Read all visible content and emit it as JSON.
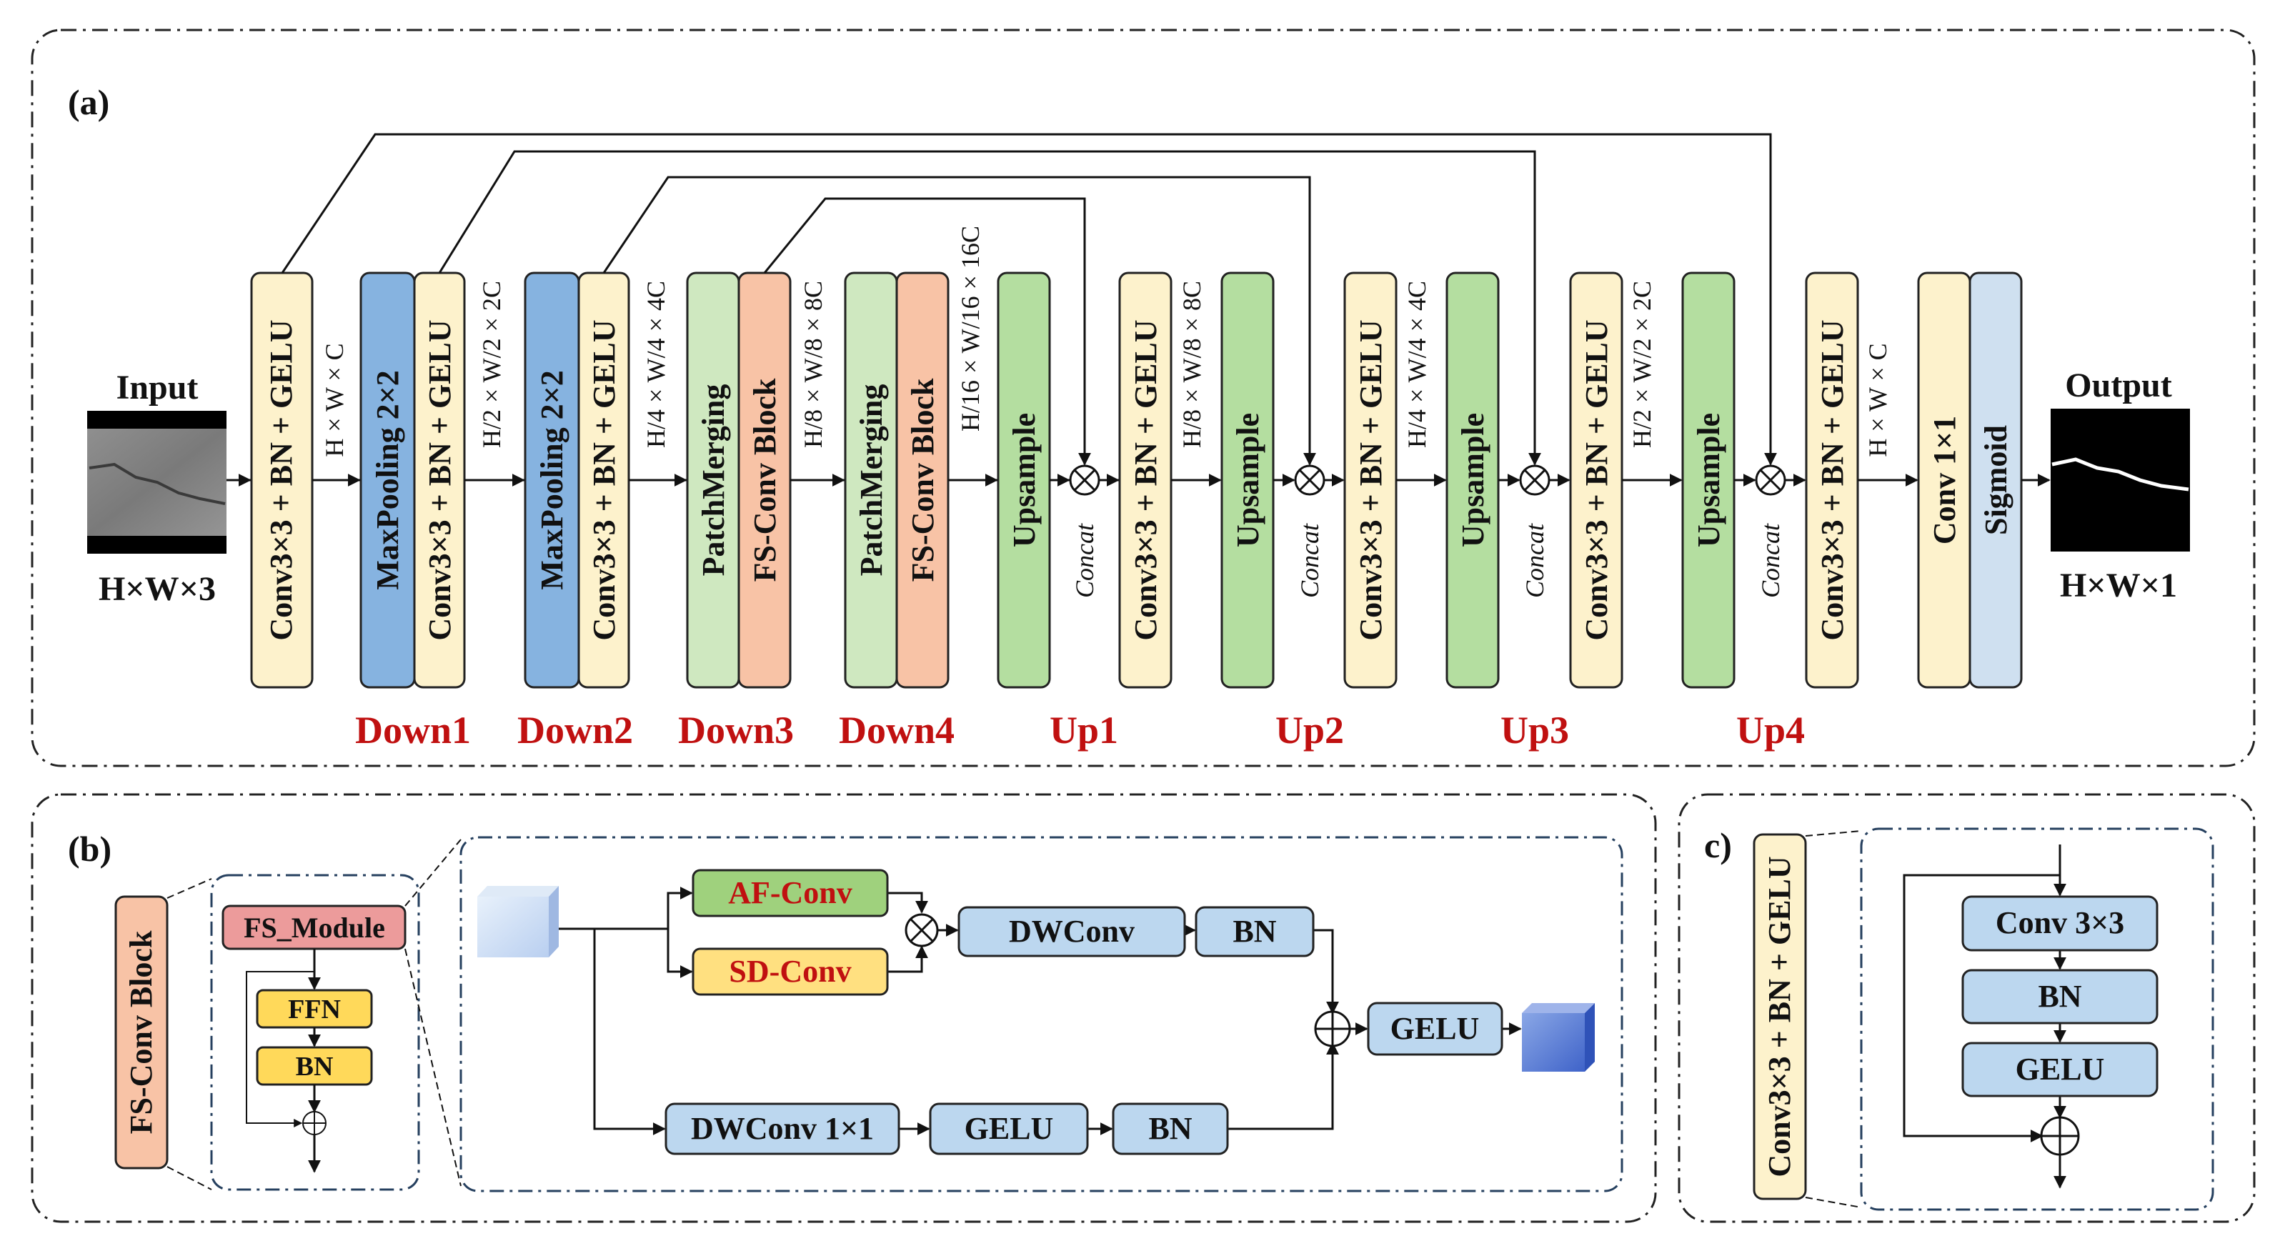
{
  "panel_a": {
    "label": "(a)",
    "input_title": "Input",
    "input_size": "H×W×3",
    "output_title": "Output",
    "output_size": "H×W×1",
    "conv_block": "Conv3×3 + BN + GELU",
    "maxpool": "MaxPooling 2×2",
    "patch_merging": "PatchMerging",
    "fs_conv_block": "FS-Conv Block",
    "upsample": "Upsample",
    "concat": "Concat",
    "conv1x1": "Conv 1×1",
    "sigmoid": "Sigmoid",
    "dims": {
      "d1": "H × W × C",
      "d2": "H/2 × W/2 × 2C",
      "d3": "H/4 × W/4 × 4C",
      "d4": "H/8 × W/8 × 8C",
      "d5": "H/16 × W/16 × 16C",
      "u1": "H/8 × W/8 × 8C",
      "u2": "H/4 × W/4 × 4C",
      "u3": "H/2 × W/2 × 2C",
      "u4": "H × W × C"
    },
    "stages": {
      "down1": "Down1",
      "down2": "Down2",
      "down3": "Down3",
      "down4": "Down4",
      "up1": "Up1",
      "up2": "Up2",
      "up3": "Up3",
      "up4": "Up4"
    }
  },
  "panel_b": {
    "label": "(b)",
    "fs_conv_block": "FS-Conv Block",
    "fs_module": "FS_Module",
    "ffn": "FFN",
    "bn": "BN",
    "af_conv": "AF-Conv",
    "sd_conv": "SD-Conv",
    "dwconv": "DWConv",
    "bn2": "BN",
    "gelu": "GELU",
    "dwconv1x1": "DWConv 1×1",
    "gelu2": "GELU",
    "bn3": "BN"
  },
  "panel_c": {
    "label": "c)",
    "conv_block": "Conv3×3 + BN + GELU",
    "conv3x3": "Conv 3×3",
    "bn": "BN",
    "gelu": "GELU"
  },
  "colors": {
    "yellow": "#fdf2cc",
    "blue_pool": "#86b3e0",
    "green": "#cfe8c0",
    "salmon": "#f8c3a6",
    "upsample_green": "#b4dea0",
    "sigmoid_blue": "#cfe0f0",
    "light_blue_box": "#bcd7ef",
    "fs_module_pink": "#ec9b9b",
    "gold": "#ffd95a",
    "af_green": "#9fd17d",
    "sd_yellow": "#ffe080",
    "stage_red": "#c01010"
  }
}
